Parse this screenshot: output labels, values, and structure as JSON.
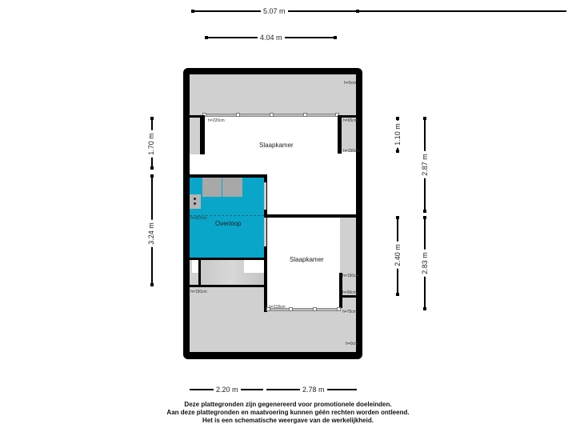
{
  "dimensions": {
    "top_outer": "5.07 m",
    "top_inner": "4.04 m",
    "left_upper": "1.70 m",
    "left_lower": "3.24 m",
    "right_inner_upper": "1.10 m",
    "right_outer_upper": "2.87 m",
    "right_inner_lower": "2.40 m",
    "right_outer_lower": "2.83 m",
    "bottom_left": "2.20 m",
    "bottom_right": "2.78 m"
  },
  "rooms": {
    "bedroom_top": "Slaapkamer",
    "landing": "Overloop",
    "bedroom_bottom": "Slaapkamer"
  },
  "heights": {
    "top_right_corner": "h=0cm",
    "top_window": "h=220cm",
    "top_right_pocket_upper": "h=65cm",
    "top_right_pocket_lower": "h=150cm",
    "landing": "h=267cm",
    "stairs_bottom": "h=150cm",
    "bottom_window": "h=218cm",
    "bottom_right_upper": "h=150cm",
    "bottom_right_mid": "h=90cm",
    "bottom_right_low": "h=75cm",
    "bottom_right_corner": "h=0cm"
  },
  "colors": {
    "landing": "#0aa6c9",
    "slope_area": "#d0d0d0",
    "wall": "#000000"
  },
  "disclaimer": [
    "Deze plattegronden zijn gegenereerd voor promotionele doeleinden.",
    "Aan deze plattegronden en maatvoering kunnen géén rechten worden ontleend.",
    "Het is een schematische weergave van de werkelijkheid."
  ]
}
